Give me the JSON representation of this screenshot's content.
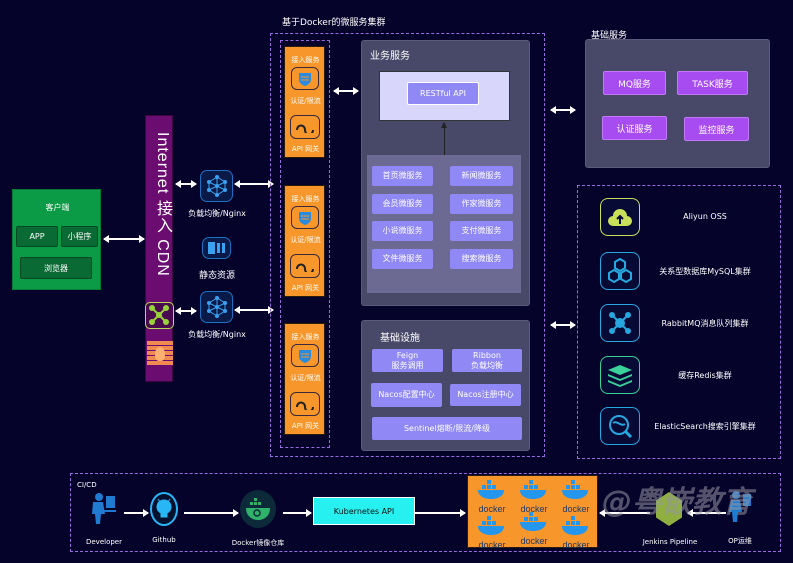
{
  "client": {
    "title": "客户端",
    "app": "APP",
    "mini": "小程序",
    "browser": "浏览器"
  },
  "cdn": {
    "label": "Internet 接入 CDN"
  },
  "edge": {
    "lb1": "负载均衡/Nginx",
    "static": "静态资源",
    "lb2": "负载均衡/Nginx"
  },
  "cluster": {
    "title": "基于Docker的微服务集群",
    "gateways": [
      {
        "access": "接入服务",
        "auth": "认证/限流",
        "api": "API 网关"
      },
      {
        "access": "接入服务",
        "auth": "认证/限流",
        "api": "API 网关"
      },
      {
        "access": "接入服务",
        "auth": "认证/限流",
        "api": "API 网关"
      }
    ],
    "business": {
      "title": "业务服务",
      "restful": "RESTful API",
      "services": [
        "首页微服务",
        "新闻微服务",
        "会员微服务",
        "作家微服务",
        "小说微服务",
        "支付微服务",
        "文件微服务",
        "搜索微服务"
      ]
    },
    "infra": {
      "title": "基础设施",
      "feign": [
        "Feign",
        "服务调用"
      ],
      "ribbon": [
        "Ribbon",
        "负载均衡"
      ],
      "nacos_config": "Nacos配置中心",
      "nacos_registry": "Nacos注册中心",
      "sentinel": "Sentinel熔断/限流/降级"
    }
  },
  "base_services": {
    "title": "基础服务",
    "items": [
      "MQ服务",
      "TASK服务",
      "认证服务",
      "监控服务"
    ]
  },
  "middleware": [
    {
      "label": "Aliyun OSS",
      "icon": "cloud-upload-icon",
      "color": "#c8e05a"
    },
    {
      "label": "关系型数据库MySQL集群",
      "icon": "hexagons-icon",
      "color": "#27a7e0"
    },
    {
      "label": "RabbitMQ消息队列集群",
      "icon": "network-hub-icon",
      "color": "#27a7e0"
    },
    {
      "label": "缓存Redis集群",
      "icon": "stack-icon",
      "color": "#3ad29a"
    },
    {
      "label": "ElasticSearch搜索引擎集群",
      "icon": "search-icon",
      "color": "#27a7e0"
    }
  ],
  "cicd": {
    "title": "CI/CD",
    "developer": "Developer",
    "github": "Github",
    "registry": "Docker镜像仓库",
    "k8s": "Kubernetes API",
    "docker": "docker",
    "jenkins": "Jenkins Pipeline",
    "ops": "OP运维"
  },
  "watermark": "@粤嵌教育"
}
